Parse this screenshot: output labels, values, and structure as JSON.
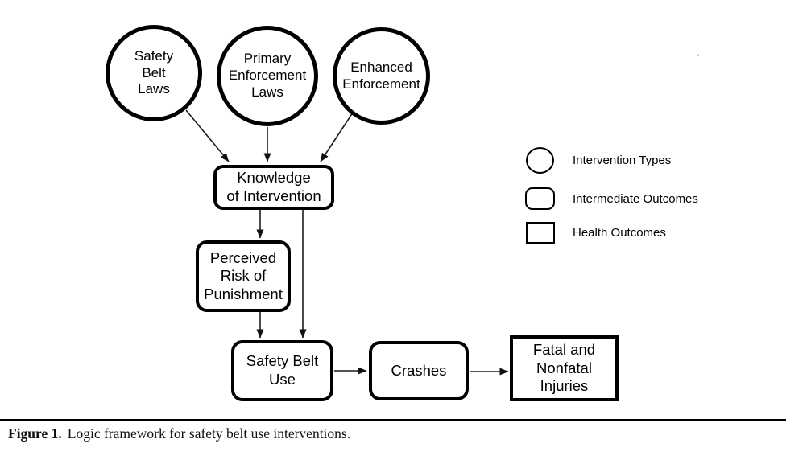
{
  "figure": {
    "nodes": {
      "safety_belt_laws": "Safety\nBelt\nLaws",
      "primary_enforcement_laws": "Primary\nEnforcement\nLaws",
      "enhanced_enforcement": "Enhanced\nEnforcement",
      "knowledge_of_intervention": "Knowledge\nof Intervention",
      "perceived_risk_of_punishment": "Perceived\nRisk of\nPunishment",
      "safety_belt_use": "Safety Belt\nUse",
      "crashes": "Crashes",
      "fatal_nonfatal_injuries": "Fatal and\nNonfatal\nInjuries"
    },
    "edges": [
      {
        "from": "Safety Belt Laws",
        "to": "Knowledge of Intervention"
      },
      {
        "from": "Primary Enforcement Laws",
        "to": "Knowledge of Intervention"
      },
      {
        "from": "Enhanced Enforcement",
        "to": "Knowledge of Intervention"
      },
      {
        "from": "Knowledge of Intervention",
        "to": "Perceived Risk of Punishment"
      },
      {
        "from": "Knowledge of Intervention",
        "to": "Safety Belt Use"
      },
      {
        "from": "Perceived Risk of Punishment",
        "to": "Safety Belt Use"
      },
      {
        "from": "Safety Belt Use",
        "to": "Crashes"
      },
      {
        "from": "Crashes",
        "to": "Fatal and Nonfatal Injuries"
      }
    ],
    "legend": {
      "intervention_types": "Intervention Types",
      "intermediate_outcomes": "Intermediate Outcomes",
      "health_outcomes": "Health Outcomes"
    },
    "caption": {
      "label": "Figure 1.",
      "text": "Logic framework for safety belt use interventions."
    },
    "colors": {
      "ink": "#000000",
      "background": "#ffffff"
    }
  }
}
